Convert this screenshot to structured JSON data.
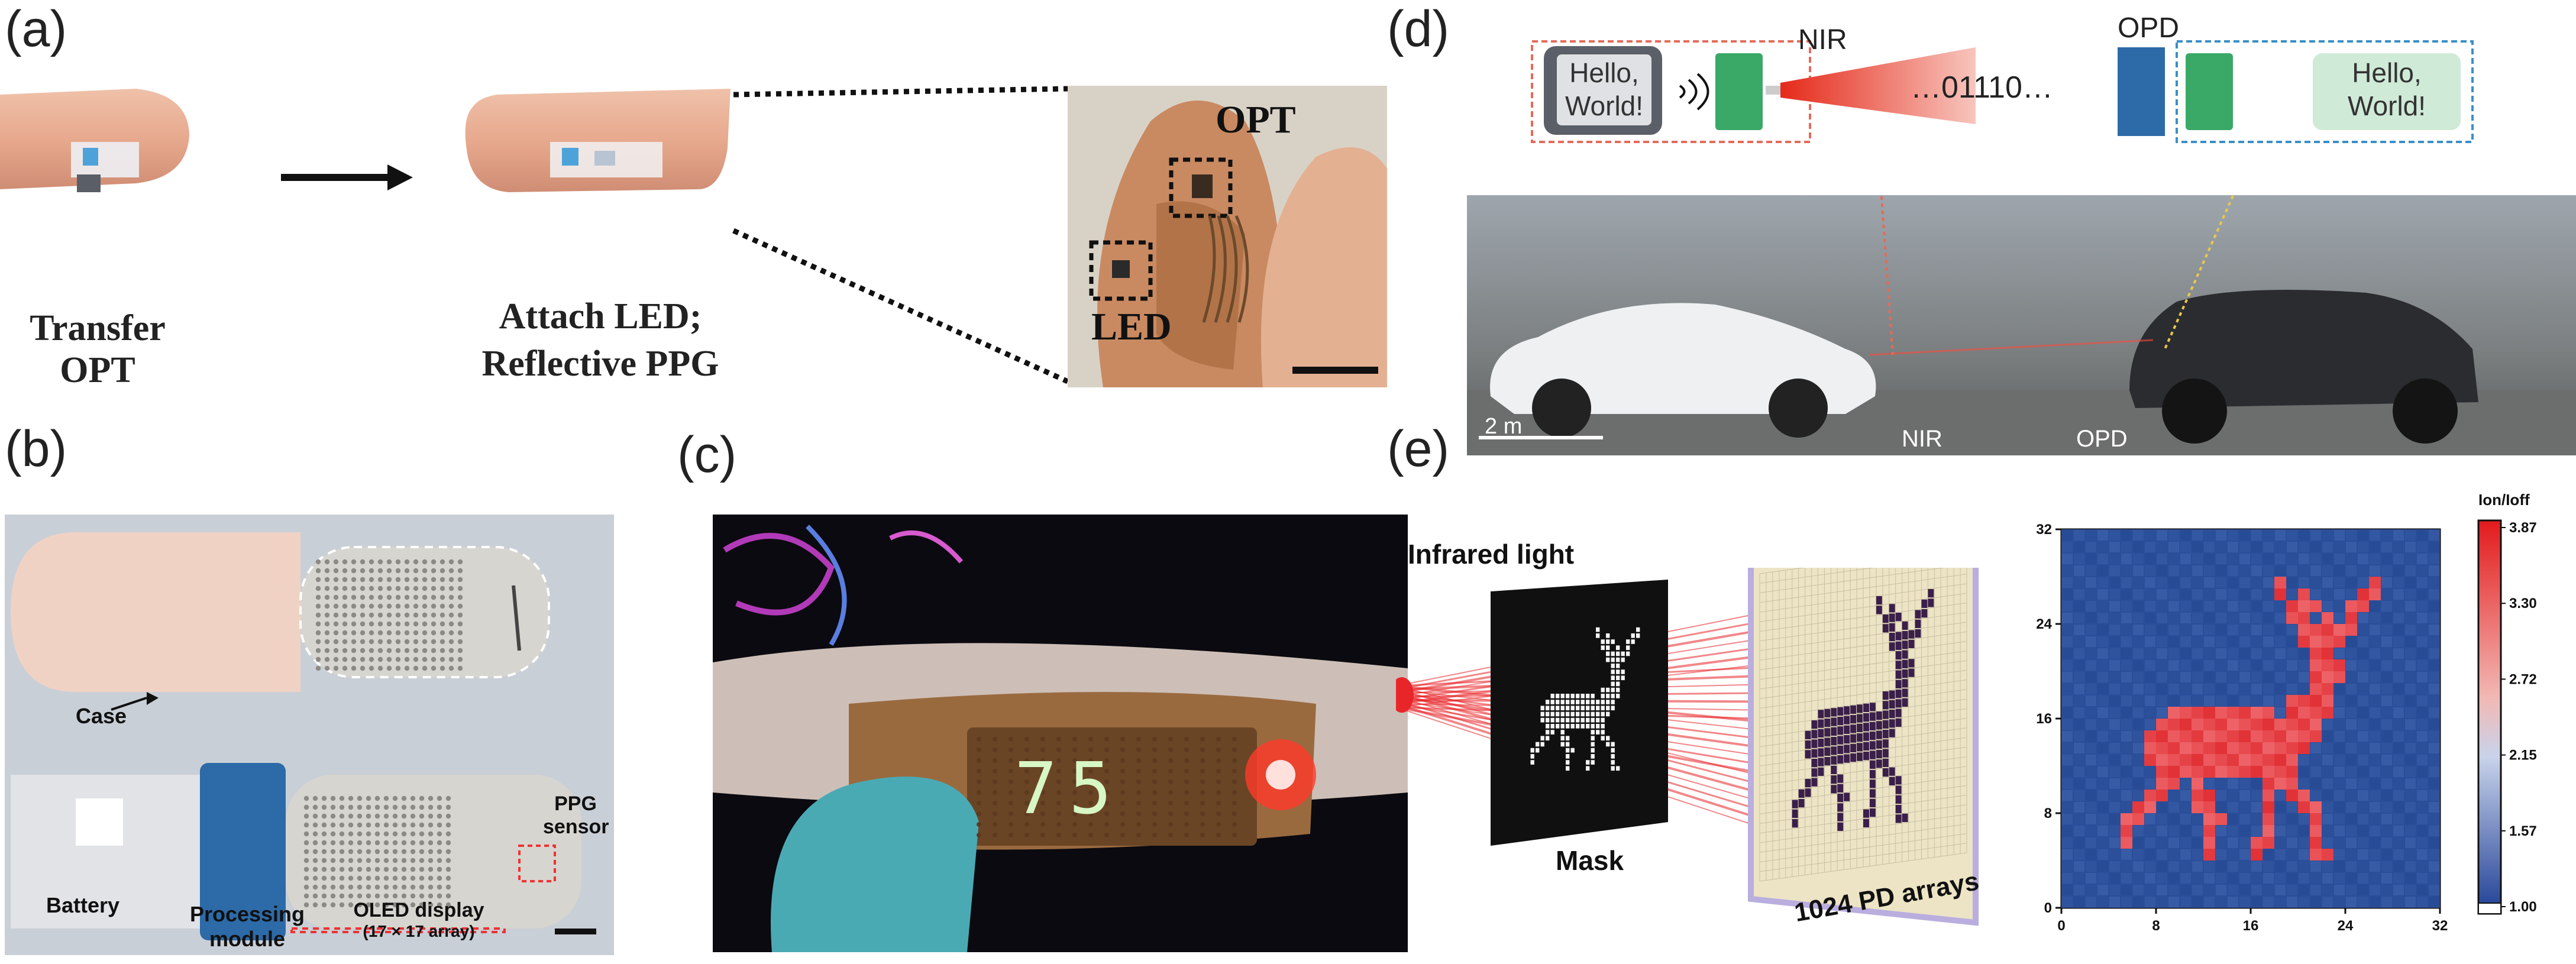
{
  "panels": {
    "a": {
      "label": "(a)",
      "caption_transfer": "Transfer OPT",
      "caption_attach_line1": "Attach LED;",
      "caption_attach_line2": "Reflective PPG",
      "inset_opt": "OPT",
      "inset_led": "LED"
    },
    "b": {
      "label": "(b)",
      "case": "Case",
      "battery": "Battery",
      "processing_line1": "Processing",
      "processing_line2": "module",
      "oled_line1": "OLED display",
      "oled_line2": "(17 × 17 array)",
      "ppg_line1": "PPG",
      "ppg_line2": "sensor"
    },
    "c": {
      "label": "(c)",
      "display_text": "75"
    },
    "d": {
      "label": "(d)",
      "hello_line1": "Hello,",
      "hello_line2": "World!",
      "nir_top": "NIR",
      "signal": "…01110…",
      "opd_top": "OPD",
      "scale": "2 m",
      "nir_bottom": "NIR",
      "opd_bottom": "OPD"
    },
    "e": {
      "label": "(e)",
      "infrared": "Infrared light",
      "mask": "Mask",
      "pd_arrays": "1024 PD arrays",
      "colorbar_title": "Ion/Ioff",
      "colorbar_ticks": [
        "3.87",
        "3.30",
        "2.72",
        "2.15",
        "1.57",
        "1.00"
      ]
    }
  },
  "colors": {
    "led_red": "#e8262a",
    "oled_green": "#c8f5b0",
    "map_blue": "#2b4e9a",
    "map_red": "#e53a3a",
    "dashed_red": "#e36b5a",
    "dashed_blue": "#3a8fc7"
  },
  "chart_data": {
    "type": "heatmap",
    "title": "",
    "xlabel": "",
    "ylabel": "",
    "x_ticks": [
      0,
      8,
      16,
      24,
      32
    ],
    "y_ticks": [
      0,
      8,
      16,
      24,
      32
    ],
    "xlim": [
      0,
      32
    ],
    "ylim": [
      0,
      32
    ],
    "colorbar": {
      "label": "Ion/Ioff",
      "min": 1.0,
      "max": 3.87,
      "ticks": [
        1.0,
        1.57,
        2.15,
        2.72,
        3.3,
        3.87
      ]
    },
    "pattern": "deer silhouette",
    "deer_rows": [
      "................................",
      "................................",
      "................................",
      "................................",
      "..................#.......#.....",
      "..................#.#....##.....",
      "...................###..##......",
      "...................##.#.#.......",
      "....................#####.......",
      "....................####........",
      ".....................##.........",
      ".....................###........",
      ".....................###........",
      ".....................##.........",
      "...................####.........",
      ".........#########.####.........",
      "........##############..........",
      ".......###############..........",
      ".......##############...........",
      ".......#############............",
      "........############............",
      "........##.#.....###............",
      ".......##..##....#.##...........",
      "......##...##....#..##..........",
      ".....##.....##...#...#..........",
      ".....#......#....#...#..........",
      ".....#......#...##...#..........",
      "............#...#....##.........",
      "................................",
      "................................",
      "................................",
      "................................"
    ]
  }
}
